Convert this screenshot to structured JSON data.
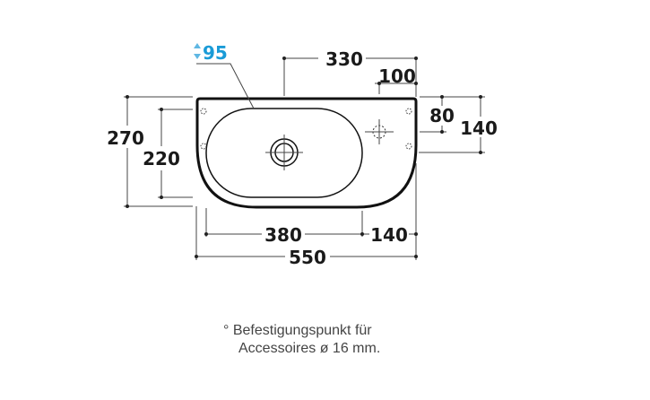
{
  "depth_label": "95",
  "dimensions": {
    "top_tap_offset": "330",
    "tap_from_right": "100",
    "tap_from_top": "80",
    "right_depth": "140",
    "overall_depth": "270",
    "bowl_depth": "220",
    "bowl_width": "380",
    "right_margin": "140",
    "overall_width": "550"
  },
  "footnote": {
    "line1": "° Befestigungspunkt für",
    "line2": "Accessoires ø 16 mm."
  },
  "colors": {
    "accent": "#1a9bd7",
    "line": "#1a1a1a"
  }
}
